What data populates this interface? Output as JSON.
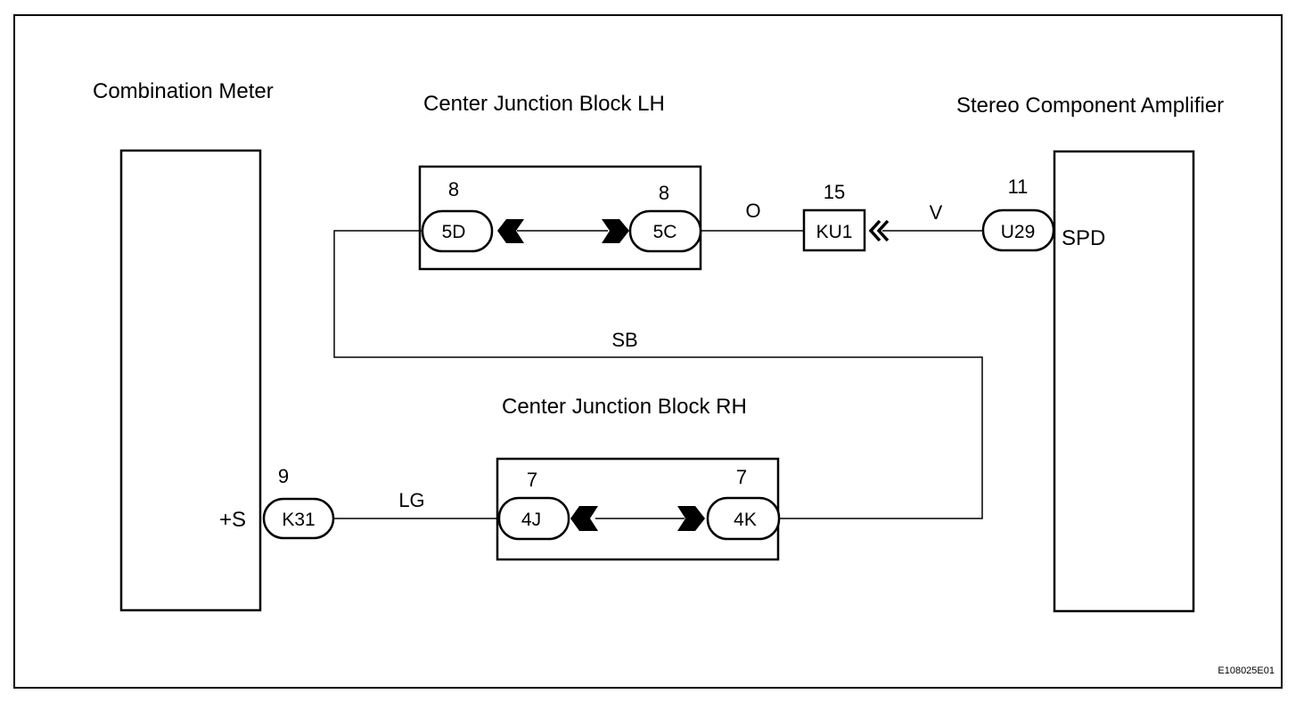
{
  "components": {
    "combination_meter": {
      "title": "Combination Meter",
      "terminal": "+S"
    },
    "center_junction_block_lh": {
      "title": "Center Junction Block LH"
    },
    "stereo_component_amplifier": {
      "title": "Stereo Component Amplifier",
      "terminal": "SPD"
    },
    "center_junction_block_rh": {
      "title": "Center Junction Block RH"
    }
  },
  "connectors": {
    "k31": {
      "label": "K31",
      "pin": "9"
    },
    "c5d": {
      "label": "5D",
      "pin": "8"
    },
    "c5c": {
      "label": "5C",
      "pin": "8"
    },
    "ku1": {
      "label": "KU1",
      "pin": "15"
    },
    "u29": {
      "label": "U29",
      "pin": "11"
    },
    "c4j": {
      "label": "4J",
      "pin": "7"
    },
    "c4k": {
      "label": "4K",
      "pin": "7"
    }
  },
  "wires": {
    "o": "O",
    "v": "V",
    "sb": "SB",
    "lg": "LG"
  },
  "figure_code": "E108025E01"
}
